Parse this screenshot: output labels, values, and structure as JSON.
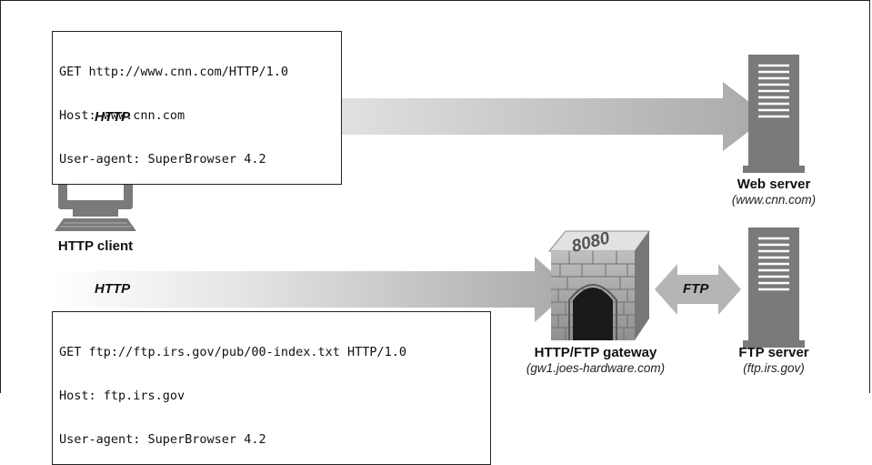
{
  "requests": {
    "http": [
      "GET http://www.cnn.com/HTTP/1.0",
      "Host: www.cnn.com",
      "User-agent: SuperBrowser 4.2"
    ],
    "ftp": [
      "GET ftp://ftp.irs.gov/pub/00-index.txt HTTP/1.0",
      "Host: ftp.irs.gov",
      "User-agent: SuperBrowser 4.2"
    ]
  },
  "arrows": {
    "top_protocol": "HTTP",
    "bottom_protocol": "HTTP",
    "gateway_protocol": "FTP"
  },
  "nodes": {
    "client": {
      "label": "HTTP client"
    },
    "web_server": {
      "label": "Web server",
      "host": "(www.cnn.com)"
    },
    "gateway": {
      "label": "HTTP/FTP gateway",
      "host": "(gw1.joes-hardware.com)",
      "port": "8080"
    },
    "ftp_server": {
      "label": "FTP server",
      "host": "(ftp.irs.gov)"
    }
  }
}
